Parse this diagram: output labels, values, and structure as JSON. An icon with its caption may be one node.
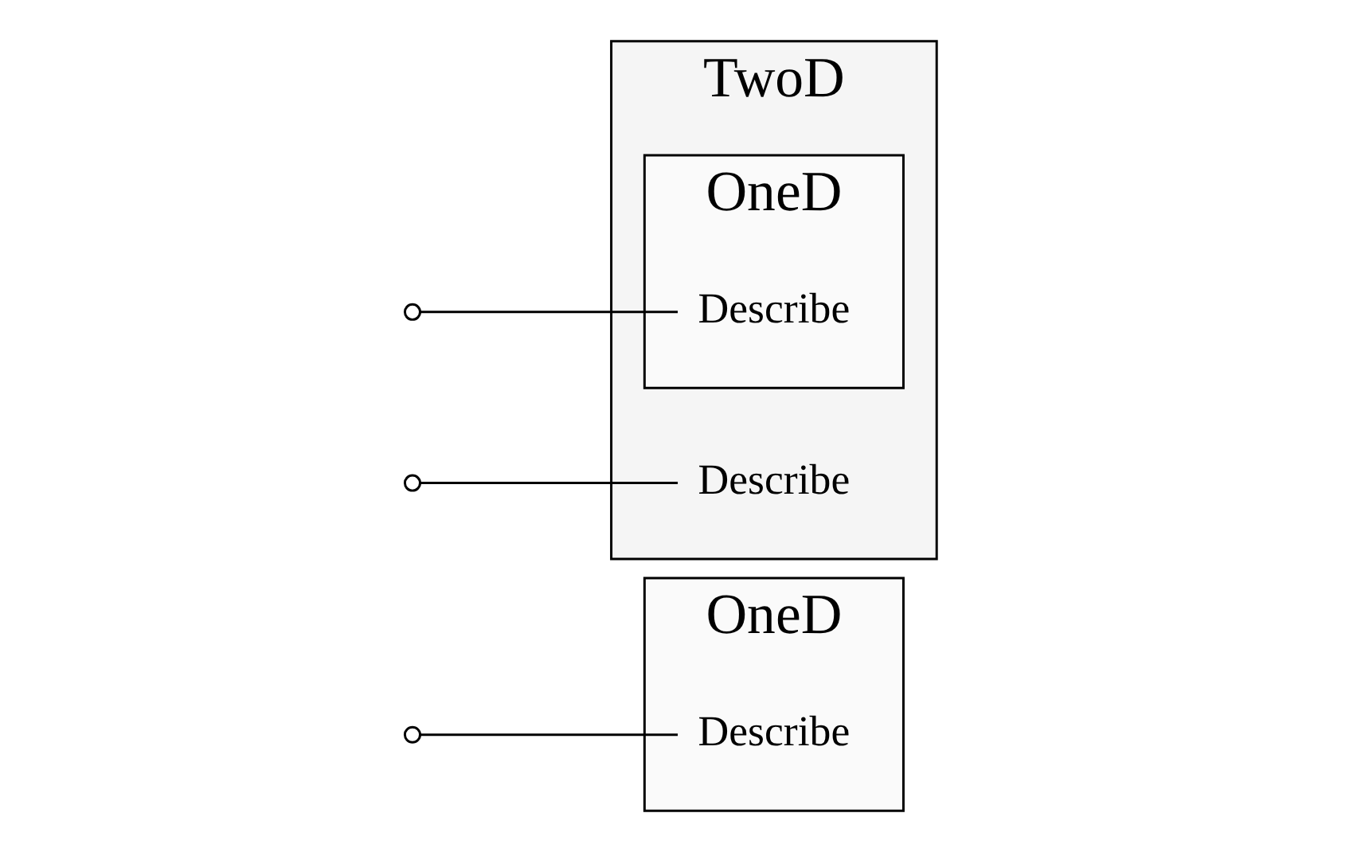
{
  "diagram": {
    "nodes": [
      {
        "text": [
          "OneD"
        ]
      },
      {
        "text": [
          "Describe"
        ],
        "in": 0
      },
      {
        "text": [
          "TwoD"
        ]
      },
      {
        "text": [
          "OneD"
        ],
        "in": 2
      },
      {
        "text": [
          "Describe"
        ],
        "in": 3
      },
      {
        "text": [
          "Describe"
        ],
        "in": 2
      }
    ],
    "edges": [
      {
        "from": null,
        "to": 1,
        "arrow": "other"
      },
      {
        "from": null,
        "to": 4,
        "arrow": "other"
      },
      {
        "from": null,
        "to": 5,
        "arrow": "other"
      }
    ]
  }
}
